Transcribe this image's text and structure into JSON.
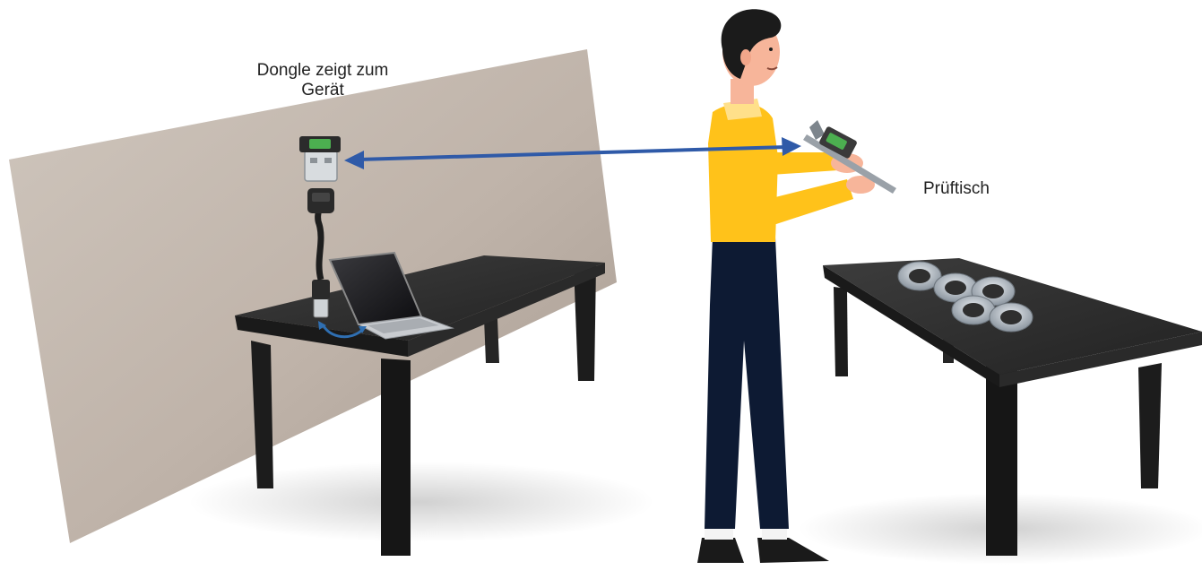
{
  "labels": {
    "dongle_line1": "Dongle zeigt zum",
    "dongle_line2": "Gerät",
    "test_table": "Prüftisch"
  },
  "icons": {
    "wall": "wall-panel",
    "left_table": "table",
    "right_table": "table",
    "laptop": "laptop-icon",
    "dongle": "usb-dongle-icon",
    "cable": "usb-cable-icon",
    "rotate": "rotate-arrow-icon",
    "person": "person-figure",
    "caliper": "digital-caliper-icon",
    "nuts": "metal-nut-rings",
    "link_arrow": "double-arrow-icon"
  },
  "colors": {
    "wall": "#c4b9b0",
    "table_top": "#2f2f2f",
    "table_leg": "#1c1c1c",
    "shirt": "#ffc21a",
    "trousers": "#0d1a33",
    "arrow": "#2f5aa8",
    "skin": "#f7b59a",
    "hair": "#1b1b1b",
    "dongle_green": "#4caf50"
  }
}
